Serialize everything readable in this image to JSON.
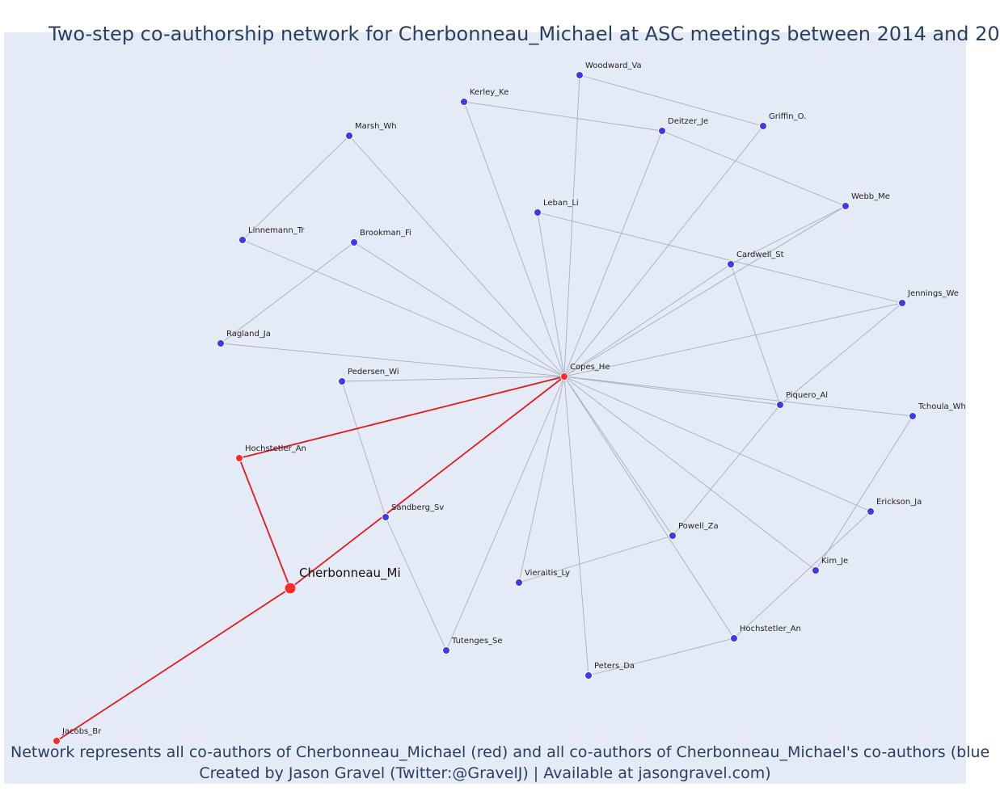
{
  "title": "Two-step co-authorship network for Cherbonneau_Michael at ASC meetings between 2014 and 20",
  "caption": {
    "line1": "Network represents all co-authors of Cherbonneau_Michael (red) and all co-authors of Cherbonneau_Michael's co-authors (blue",
    "line2": "Created by Jason Gravel (Twitter:@GravelJ) | Available at jasongravel.com)"
  },
  "colors": {
    "background": "#e5ebf6",
    "red": "#ff2a2a",
    "blue": "#3b3be8",
    "edge_gray": "#a8aebd",
    "edge_red": "#e31a1c"
  },
  "ego": "Cherbonneau_Mi",
  "nodes": [
    {
      "id": "Cherbonneau_Mi",
      "group": "ego"
    },
    {
      "id": "Copes_He",
      "group": "red"
    },
    {
      "id": "Hochstetler_An",
      "group": "red"
    },
    {
      "id": "Jacobs_Br",
      "group": "red"
    },
    {
      "id": "Sandberg_Sv",
      "group": "blue"
    },
    {
      "id": "Woodward_Va",
      "group": "blue"
    },
    {
      "id": "Kerley_Ke",
      "group": "blue"
    },
    {
      "id": "Deitzer_Je",
      "group": "blue"
    },
    {
      "id": "Griffin_O.",
      "group": "blue"
    },
    {
      "id": "Marsh_Wh",
      "group": "blue"
    },
    {
      "id": "Leban_Li",
      "group": "blue"
    },
    {
      "id": "Webb_Me",
      "group": "blue"
    },
    {
      "id": "Linnemann_Tr",
      "group": "blue"
    },
    {
      "id": "Brookman_Fi",
      "group": "blue"
    },
    {
      "id": "Cardwell_St",
      "group": "blue"
    },
    {
      "id": "Jennings_We",
      "group": "blue"
    },
    {
      "id": "Ragland_Ja",
      "group": "blue"
    },
    {
      "id": "Pedersen_Wi",
      "group": "blue"
    },
    {
      "id": "Piquero_Al",
      "group": "blue"
    },
    {
      "id": "Tchoula_Wh",
      "group": "blue"
    },
    {
      "id": "Erickson_Ja",
      "group": "blue"
    },
    {
      "id": "Powell_Za",
      "group": "blue"
    },
    {
      "id": "Kim_Je",
      "group": "blue"
    },
    {
      "id": "Vieraitis_Ly",
      "group": "blue"
    },
    {
      "id": "Tutenges_Se",
      "group": "blue"
    },
    {
      "id": "Hochstetler_An (2)",
      "label": "Hochstetler_An",
      "group": "blue"
    },
    {
      "id": "Peters_Da",
      "group": "blue"
    }
  ],
  "edges": [
    {
      "source": "Cherbonneau_Mi",
      "target": "Copes_He",
      "type": "red"
    },
    {
      "source": "Cherbonneau_Mi",
      "target": "Hochstetler_An",
      "type": "red"
    },
    {
      "source": "Cherbonneau_Mi",
      "target": "Jacobs_Br",
      "type": "red"
    },
    {
      "source": "Hochstetler_An",
      "target": "Copes_He",
      "type": "red"
    },
    {
      "source": "Copes_He",
      "target": "Woodward_Va",
      "type": "gray"
    },
    {
      "source": "Copes_He",
      "target": "Kerley_Ke",
      "type": "gray"
    },
    {
      "source": "Copes_He",
      "target": "Deitzer_Je",
      "type": "gray"
    },
    {
      "source": "Copes_He",
      "target": "Griffin_O.",
      "type": "gray"
    },
    {
      "source": "Copes_He",
      "target": "Marsh_Wh",
      "type": "gray"
    },
    {
      "source": "Copes_He",
      "target": "Leban_Li",
      "type": "gray"
    },
    {
      "source": "Copes_He",
      "target": "Webb_Me",
      "type": "gray"
    },
    {
      "source": "Copes_He",
      "target": "Linnemann_Tr",
      "type": "gray"
    },
    {
      "source": "Copes_He",
      "target": "Brookman_Fi",
      "type": "gray"
    },
    {
      "source": "Copes_He",
      "target": "Cardwell_St",
      "type": "gray"
    },
    {
      "source": "Copes_He",
      "target": "Jennings_We",
      "type": "gray"
    },
    {
      "source": "Copes_He",
      "target": "Ragland_Ja",
      "type": "gray"
    },
    {
      "source": "Copes_He",
      "target": "Pedersen_Wi",
      "type": "gray"
    },
    {
      "source": "Copes_He",
      "target": "Piquero_Al",
      "type": "gray"
    },
    {
      "source": "Copes_He",
      "target": "Tchoula_Wh",
      "type": "gray"
    },
    {
      "source": "Copes_He",
      "target": "Erickson_Ja",
      "type": "gray"
    },
    {
      "source": "Copes_He",
      "target": "Powell_Za",
      "type": "gray"
    },
    {
      "source": "Copes_He",
      "target": "Kim_Je",
      "type": "gray"
    },
    {
      "source": "Copes_He",
      "target": "Vieraitis_Ly",
      "type": "gray"
    },
    {
      "source": "Copes_He",
      "target": "Tutenges_Se",
      "type": "gray"
    },
    {
      "source": "Copes_He",
      "target": "Hochstetler_An (2)",
      "type": "gray"
    },
    {
      "source": "Copes_He",
      "target": "Peters_Da",
      "type": "gray"
    },
    {
      "source": "Kerley_Ke",
      "target": "Deitzer_Je",
      "type": "gray"
    },
    {
      "source": "Woodward_Va",
      "target": "Griffin_O.",
      "type": "gray"
    },
    {
      "source": "Deitzer_Je",
      "target": "Webb_Me",
      "type": "gray"
    },
    {
      "source": "Marsh_Wh",
      "target": "Linnemann_Tr",
      "type": "gray"
    },
    {
      "source": "Brookman_Fi",
      "target": "Ragland_Ja",
      "type": "gray"
    },
    {
      "source": "Leban_Li",
      "target": "Jennings_We",
      "type": "gray"
    },
    {
      "source": "Cardwell_St",
      "target": "Piquero_Al",
      "type": "gray"
    },
    {
      "source": "Cardwell_St",
      "target": "Webb_Me",
      "type": "gray"
    },
    {
      "source": "Jennings_We",
      "target": "Piquero_Al",
      "type": "gray"
    },
    {
      "source": "Piquero_Al",
      "target": "Powell_Za",
      "type": "gray"
    },
    {
      "source": "Pedersen_Wi",
      "target": "Sandberg_Sv",
      "type": "gray"
    },
    {
      "source": "Sandberg_Sv",
      "target": "Tutenges_Se",
      "type": "gray"
    },
    {
      "source": "Powell_Za",
      "target": "Vieraitis_Ly",
      "type": "gray"
    },
    {
      "source": "Tchoula_Wh",
      "target": "Kim_Je",
      "type": "gray"
    },
    {
      "source": "Erickson_Ja",
      "target": "Hochstetler_An (2)",
      "type": "gray"
    },
    {
      "source": "Hochstetler_An (2)",
      "target": "Peters_Da",
      "type": "gray"
    }
  ]
}
